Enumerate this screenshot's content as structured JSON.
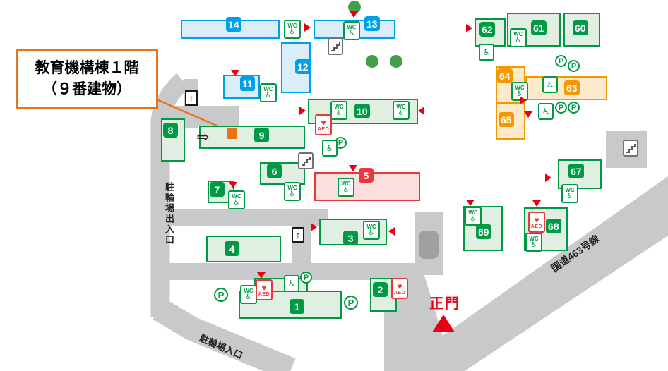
{
  "callout": {
    "line1": "教育機構棟１階",
    "line2": "（９番建物）"
  },
  "labels": {
    "main_gate": "正門",
    "route_463": "国道463号線",
    "bicycle_exit": "駐輪場出入口",
    "bicycle_entrance": "駐輪場入口"
  },
  "icons": {
    "wc": "WC",
    "wheelchair": "♿",
    "aed": "AED",
    "heart": "♥",
    "parking": "P",
    "up_arrow": "↑",
    "entry_arrow": "⇨"
  },
  "buildings": {
    "b1": "1",
    "b2": "2",
    "b3": "3",
    "b4": "4",
    "b5": "5",
    "b6": "6",
    "b7": "7",
    "b8": "8",
    "b9": "9",
    "b10": "10",
    "b11": "11",
    "b12": "12",
    "b13": "13",
    "b14": "14",
    "b60": "60",
    "b61": "61",
    "b62": "62",
    "b63": "63",
    "b64": "64",
    "b65": "65",
    "b67": "67",
    "b68": "68",
    "b69": "69"
  },
  "colors": {
    "green": "#009944",
    "blue": "#00a0e9",
    "orange": "#f39800",
    "red": "#e8383d",
    "marker_red": "#e60012",
    "road_gray": "#c8c9ca",
    "callout_orange": "#e8731a",
    "tree_green": "#44a048"
  }
}
